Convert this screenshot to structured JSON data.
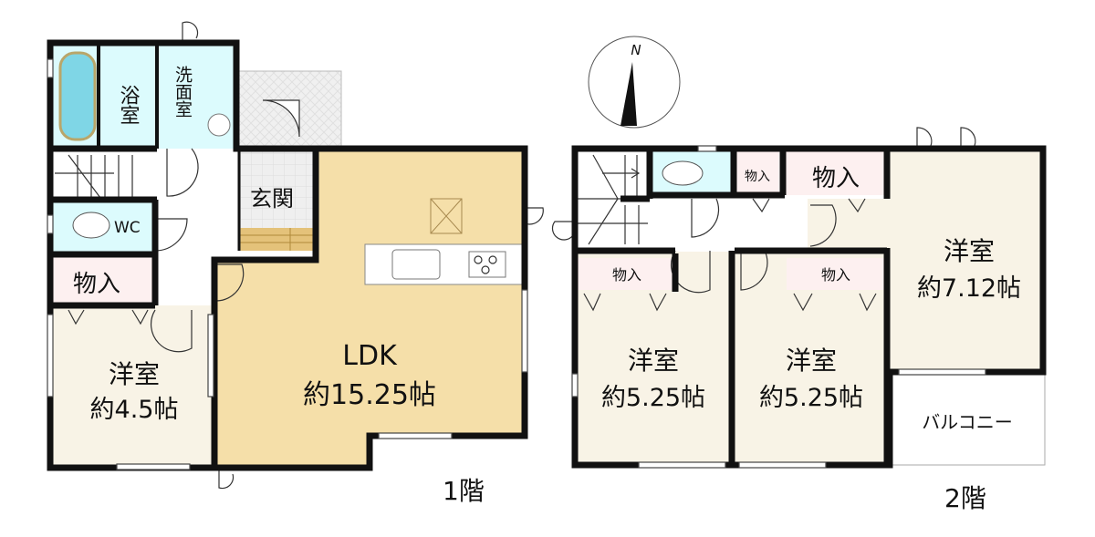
{
  "floor1": {
    "label": "1階",
    "rooms": {
      "bath": "浴室",
      "washroom": "洗面室",
      "entrance": "玄関",
      "wc": "WC",
      "storage": "物入",
      "western_room": {
        "name": "洋室",
        "size": "約4.5帖"
      },
      "ldk": {
        "name": "LDK",
        "size": "約15.25帖"
      }
    }
  },
  "floor2": {
    "label": "2階",
    "rooms": {
      "storage_small": "物入",
      "storage_large": "物入",
      "storage_left": "物入",
      "storage_right": "物入",
      "room_a": {
        "name": "洋室",
        "size": "約5.25帖"
      },
      "room_b": {
        "name": "洋室",
        "size": "約5.25帖"
      },
      "room_c": {
        "name": "洋室",
        "size": "約7.12帖"
      },
      "balcony": "バルコニー"
    }
  },
  "compass": {
    "north": "N"
  },
  "colors": {
    "wet": "#dcfbfd",
    "storage": "#fdf0f0",
    "room": "#f8f3e6",
    "ldk": "#f5dfa9",
    "entrance": "#ececec",
    "wall": "#111111"
  }
}
